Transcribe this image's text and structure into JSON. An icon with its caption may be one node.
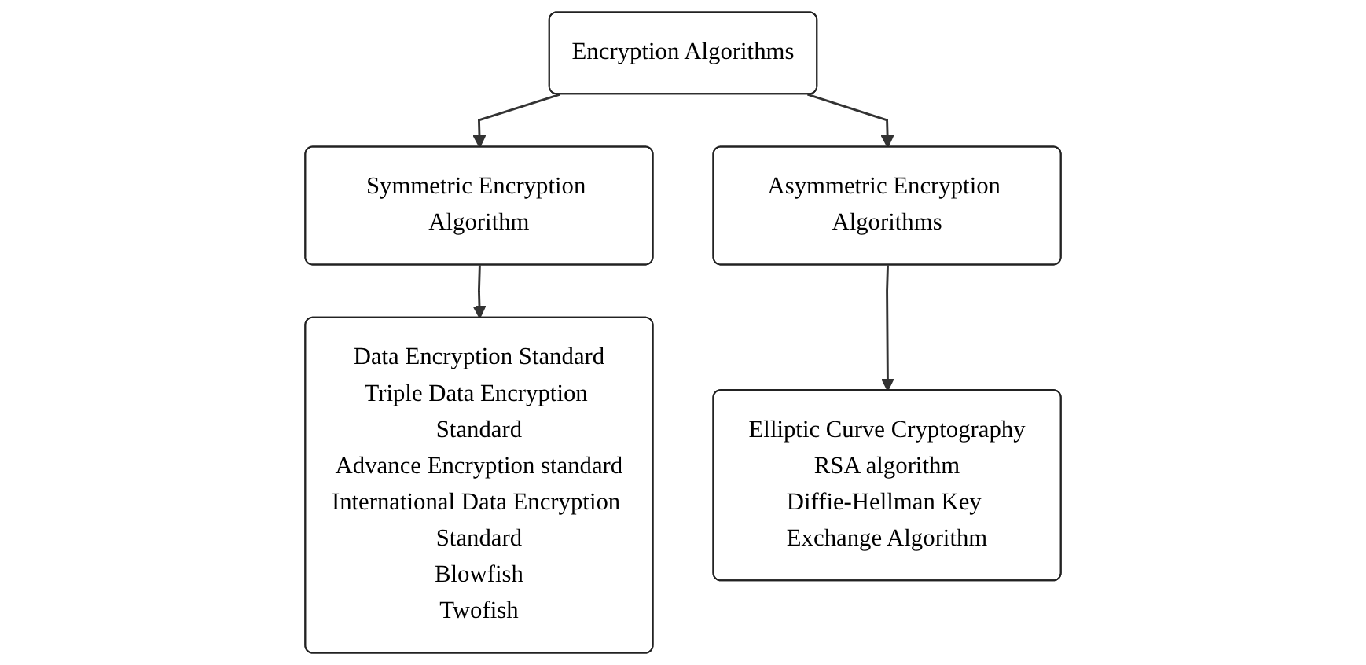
{
  "diagram": {
    "nodes": [
      {
        "text": [
          "Encryption Algorithms"
        ]
      },
      {
        "text": [
          "Symmetric Encryption Algorithm"
        ]
      },
      {
        "text": [
          "Asymmetric Encryption Algorithms"
        ]
      },
      {
        "text": [
          "Data Encryption Standard",
          "Triple Data Encryption Standard",
          "Advance Encryption standard",
          "International Data Encryption Standard",
          "Blowfish",
          "Twofish"
        ]
      },
      {
        "text": [
          "Elliptic Curve Cryptography",
          "RSA algorithm",
          "Diffie-Hellman Key Exchange Algorithm"
        ]
      }
    ],
    "edges": [
      {
        "from": 0,
        "to": 1,
        "arrow": "to"
      },
      {
        "from": 0,
        "to": 2,
        "arrow": "to"
      },
      {
        "from": 1,
        "to": 3,
        "arrow": "to"
      },
      {
        "from": 2,
        "to": 4,
        "arrow": "to"
      }
    ]
  }
}
